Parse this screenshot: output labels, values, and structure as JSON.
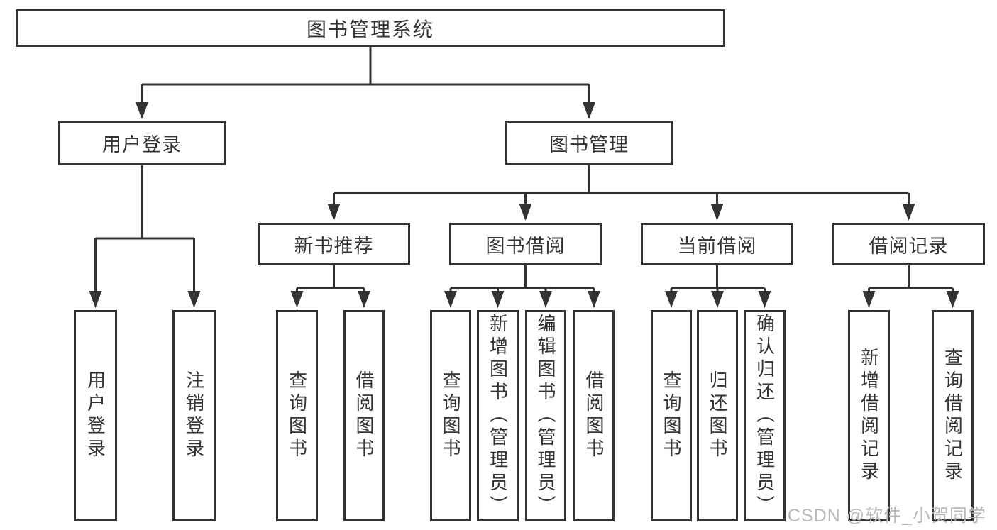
{
  "diagram": {
    "title": "图书管理系统",
    "colors": {
      "line": "#333333",
      "box_border": "#333333",
      "text": "#333333",
      "background": "#ffffff",
      "watermark": "#b9b9b9"
    },
    "watermark": "CSDN @软件_小贺同学",
    "nodes": {
      "root": {
        "label": "图书管理系统"
      },
      "user_login": {
        "label": "用户登录"
      },
      "book_mgmt": {
        "label": "图书管理"
      },
      "new_book_rec": {
        "label": "新书推荐"
      },
      "book_borrow": {
        "label": "图书借阅"
      },
      "current_borrow": {
        "label": "当前借阅"
      },
      "borrow_records": {
        "label": "借阅记录"
      },
      "leaf_user_login": {
        "label": "用户登录"
      },
      "leaf_logout": {
        "label": "注销登录"
      },
      "leaf_query_book_1": {
        "label": "查询图书"
      },
      "leaf_borrow_book_1": {
        "label": "借阅图书"
      },
      "leaf_query_book_2": {
        "label": "查询图书"
      },
      "leaf_add_book": {
        "label": "新增图书（管理员）"
      },
      "leaf_edit_book": {
        "label": "编辑图书（管理员）"
      },
      "leaf_borrow_book_2": {
        "label": "借阅图书"
      },
      "leaf_query_book_3": {
        "label": "查询图书"
      },
      "leaf_return_book": {
        "label": "归还图书"
      },
      "leaf_confirm_return": {
        "label": "确认归还（管理员）"
      },
      "leaf_add_record": {
        "label": "新增借阅记录"
      },
      "leaf_query_record": {
        "label": "查询借阅记录"
      }
    },
    "hierarchy": {
      "图书管理系统": {
        "用户登录": [
          "用户登录",
          "注销登录"
        ],
        "图书管理": {
          "新书推荐": [
            "查询图书",
            "借阅图书"
          ],
          "图书借阅": [
            "查询图书",
            "新增图书（管理员）",
            "编辑图书（管理员）",
            "借阅图书"
          ],
          "当前借阅": [
            "查询图书",
            "归还图书",
            "确认归还（管理员）"
          ],
          "借阅记录": [
            "新增借阅记录",
            "查询借阅记录"
          ]
        }
      }
    }
  }
}
